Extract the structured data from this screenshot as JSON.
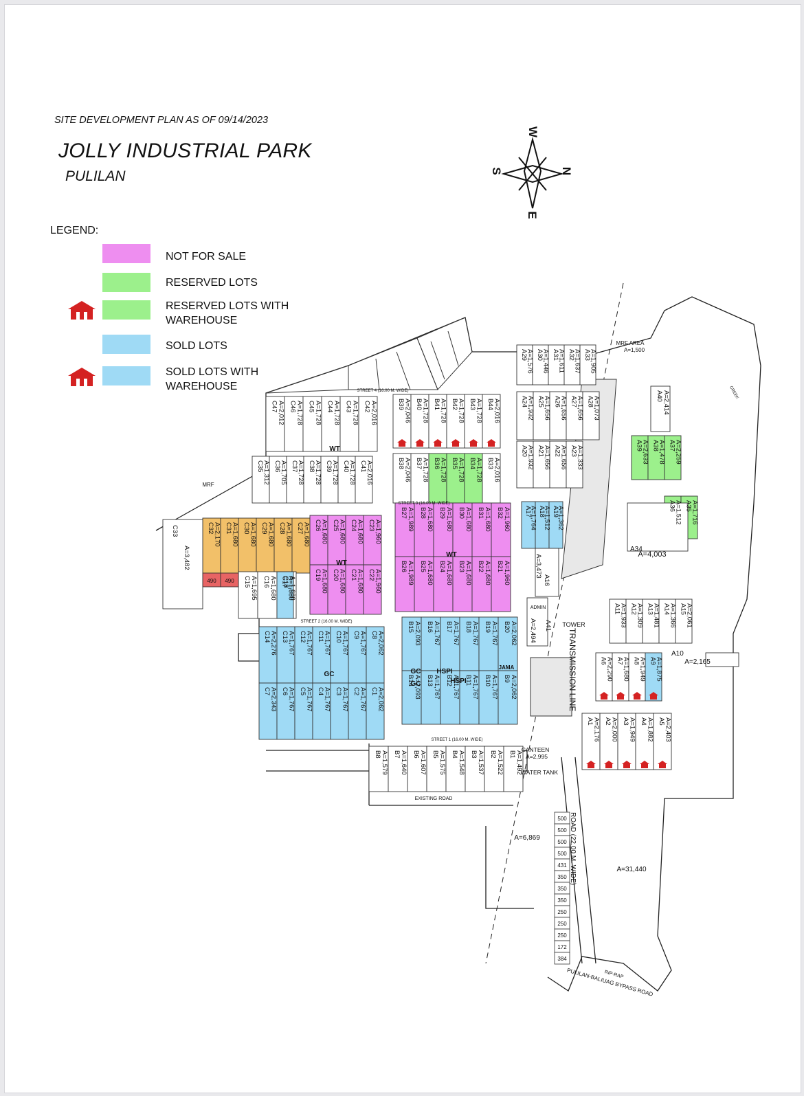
{
  "header": {
    "plan_date": "SITE DEVELOPMENT PLAN AS OF 09/14/2023",
    "title": "JOLLY INDUSTRIAL PARK",
    "subtitle": "PULILAN"
  },
  "legend": {
    "title": "LEGEND:",
    "items": [
      {
        "label": "NOT FOR SALE",
        "color": "#ee8ef0",
        "warehouse": false
      },
      {
        "label": "RESERVED LOTS",
        "color": "#9cf08c",
        "warehouse": false
      },
      {
        "label": "RESERVED LOTS WITH WAREHOUSE",
        "color": "#9cf08c",
        "warehouse": true
      },
      {
        "label": "SOLD LOTS",
        "color": "#9fdaf5",
        "warehouse": false
      },
      {
        "label": "SOLD LOTS WITH WAREHOUSE",
        "color": "#9fdaf5",
        "warehouse": true
      }
    ]
  },
  "compass": {
    "n": "N",
    "e": "E",
    "s": "S",
    "w": "W"
  },
  "colors": {
    "not_for_sale": "#ee8ef0",
    "reserved": "#9cf08c",
    "sold": "#9fdaf5",
    "orange": "#f2c069",
    "red": "#e86464",
    "warehouse": "#d42222"
  },
  "map_labels": {
    "street4": "STREET 4 (16.00 M. WIDE)",
    "street3": "STREET 3 (16.00 M. WIDE)",
    "street2": "STREET 2 (16.00 M. WIDE)",
    "street1": "STREET 1 (16.00 M. WIDE)",
    "existing_road": "EXISTING ROAD",
    "road_main": "ROAD (22.00 M. WIDE)",
    "bypass": "PULILAN-BALIUAG BYPASS ROAD",
    "riprap": "RIP-RAP",
    "transmission": "TRANSMISSION LINE",
    "tower": "TOWER",
    "admin": "ADMIN",
    "canteen": "CANTEEN",
    "canteen_area": "A=2,995",
    "water_tank": "WATER TANK",
    "mrf_area": "MRF AREA",
    "mrf_area_size": "A=1,500",
    "mrf": "MRF",
    "creek": "CREEK",
    "wt": "WT",
    "gc": "GC",
    "hspi": "HSPI",
    "jama": "JAMA",
    "area_6869": "A=6,869",
    "area_31440": "A=31,440",
    "area_4003": "A=4,003",
    "lot_a34": "A34",
    "lot_c33": "C33",
    "area_c33": "A=3,482",
    "lot_a10": "A10",
    "area_a10": "A=2,165",
    "lot_a16": "A16",
    "area_a16": "A=3,473",
    "lot_a41": "A41",
    "area_a41": "A=2,494",
    "red_lot_a": "490",
    "red_lot_b": "490"
  },
  "lots": {
    "c_north": [
      {
        "id": "C47",
        "area": "A=2,012"
      },
      {
        "id": "C46",
        "area": "A=1,728"
      },
      {
        "id": "C45",
        "area": "A=1,728"
      },
      {
        "id": "C44",
        "area": "A=1,728"
      },
      {
        "id": "C43",
        "area": "A=1,728"
      },
      {
        "id": "C42",
        "area": "A=2,016"
      }
    ],
    "c_mid": [
      {
        "id": "C35",
        "area": "A=1,312"
      },
      {
        "id": "C36",
        "area": "A=1,705"
      },
      {
        "id": "C37",
        "area": "A=1,728"
      },
      {
        "id": "C38",
        "area": "A=1,728"
      },
      {
        "id": "C39",
        "area": "A=1,728"
      },
      {
        "id": "C40",
        "area": "A=1,728"
      },
      {
        "id": "C41",
        "area": "A=2,016"
      }
    ],
    "b_north": [
      {
        "id": "B39",
        "area": "A=2,046"
      },
      {
        "id": "B40",
        "area": "A=1,728"
      },
      {
        "id": "B41",
        "area": "A=1,728"
      },
      {
        "id": "B42",
        "area": "A=1,728"
      },
      {
        "id": "B43",
        "area": "A=1,728"
      },
      {
        "id": "B44",
        "area": "A=2,016"
      }
    ],
    "b_mid": [
      {
        "id": "B38",
        "area": "A=2,046"
      },
      {
        "id": "B37",
        "area": "A=1,728"
      },
      {
        "id": "B36",
        "area": "A=1,728"
      },
      {
        "id": "B35",
        "area": "A=1,728"
      },
      {
        "id": "B34",
        "area": "A=1,728"
      },
      {
        "id": "B33",
        "area": "A=2,016"
      }
    ],
    "c_orange": [
      {
        "id": "C32",
        "area": "A=2,170"
      },
      {
        "id": "C31",
        "area": "A=1,680"
      },
      {
        "id": "C30",
        "area": "A=1,680"
      },
      {
        "id": "C29",
        "area": "A=1,680"
      },
      {
        "id": "C28",
        "area": "A=1,680"
      },
      {
        "id": "C27",
        "area": "A=1,680"
      }
    ],
    "c_pink_n": [
      {
        "id": "C26",
        "area": "A=1,680"
      },
      {
        "id": "C25",
        "area": "A=1,680"
      },
      {
        "id": "C24",
        "area": "A=1,680"
      },
      {
        "id": "C23",
        "area": "A=1,960"
      }
    ],
    "c_white_s": [
      {
        "id": "C15",
        "area": "A=1,695"
      },
      {
        "id": "C16",
        "area": "A=1,680"
      },
      {
        "id": "C18",
        "area": "A=1,680"
      }
    ],
    "c_sold_s": [
      {
        "id": "C17",
        "area": "A=1,680"
      }
    ],
    "c_pink_s": [
      {
        "id": "C19",
        "area": "A=1,680"
      },
      {
        "id": "C20",
        "area": "A=1,680"
      },
      {
        "id": "C21",
        "area": "A=1,680"
      },
      {
        "id": "C22",
        "area": "A=1,960"
      }
    ],
    "b_pink_n": [
      {
        "id": "B27",
        "area": "A=1,989"
      },
      {
        "id": "B28",
        "area": "A=1,680"
      },
      {
        "id": "B29",
        "area": "A=1,680"
      },
      {
        "id": "B30",
        "area": "A=1,680"
      },
      {
        "id": "B31",
        "area": "A=1,680"
      },
      {
        "id": "B32",
        "area": "A=1,960"
      }
    ],
    "b_pink_s": [
      {
        "id": "B26",
        "area": "A=1,989"
      },
      {
        "id": "B25",
        "area": "A=1,680"
      },
      {
        "id": "B24",
        "area": "A=1,680"
      },
      {
        "id": "B23",
        "area": "A=1,680"
      },
      {
        "id": "B22",
        "area": "A=1,680"
      },
      {
        "id": "B21",
        "area": "A=1,960"
      }
    ],
    "c_blue_n": [
      {
        "id": "C14",
        "area": "A=2,276"
      },
      {
        "id": "C13",
        "area": "A=1,767"
      },
      {
        "id": "C12",
        "area": "A=1,767"
      },
      {
        "id": "C11",
        "area": "A=1,767"
      },
      {
        "id": "C10",
        "area": "A=1,767"
      },
      {
        "id": "C9",
        "area": "A=1,767"
      },
      {
        "id": "C8",
        "area": "A=2,062"
      }
    ],
    "c_blue_s": [
      {
        "id": "C7",
        "area": "A=2,343"
      },
      {
        "id": "C6",
        "area": "A=1,767"
      },
      {
        "id": "C5",
        "area": "A=1,767"
      },
      {
        "id": "C4",
        "area": "A=1,767"
      },
      {
        "id": "C3",
        "area": "A=1,767"
      },
      {
        "id": "C2",
        "area": "A=1,767"
      },
      {
        "id": "C1",
        "area": "A=2,062"
      }
    ],
    "b_blue_n": [
      {
        "id": "B15",
        "area": "A=2,093"
      },
      {
        "id": "B16",
        "area": "A=1,767"
      },
      {
        "id": "B17",
        "area": "A=1,767"
      },
      {
        "id": "B18",
        "area": "A=1,767"
      },
      {
        "id": "B19",
        "area": "A=1,767"
      },
      {
        "id": "B20",
        "area": "A=2,062"
      }
    ],
    "b_blue_s": [
      {
        "id": "B14",
        "area": "A=2,093"
      },
      {
        "id": "B13",
        "area": "A=1,767"
      },
      {
        "id": "B12",
        "area": "A=1,767"
      },
      {
        "id": "B11",
        "area": "A=1,767"
      },
      {
        "id": "B10",
        "area": "A=1,767"
      },
      {
        "id": "B9",
        "area": "A=2,062"
      }
    ],
    "b_south": [
      {
        "id": "B8",
        "area": "A=1,579"
      },
      {
        "id": "B7",
        "area": "A=1,640"
      },
      {
        "id": "B6",
        "area": "A=1,607"
      },
      {
        "id": "B5",
        "area": "A=1,575"
      },
      {
        "id": "B4",
        "area": "A=1,548"
      },
      {
        "id": "B3",
        "area": "A=1,537"
      },
      {
        "id": "B2",
        "area": "A=1,522"
      },
      {
        "id": "B1",
        "area": "A=1,492"
      }
    ],
    "a_north": [
      {
        "id": "A29",
        "area": "A=1,576"
      },
      {
        "id": "A30",
        "area": "A=1,446"
      },
      {
        "id": "A31",
        "area": "A=1,611"
      },
      {
        "id": "A32",
        "area": "A=1,637"
      },
      {
        "id": "A33",
        "area": "A=1,905"
      }
    ],
    "a_mid_n": [
      {
        "id": "A24",
        "area": "A=1,932"
      },
      {
        "id": "A25",
        "area": "A=1,656"
      },
      {
        "id": "A26",
        "area": "A=1,656"
      },
      {
        "id": "A27",
        "area": "A=1,656"
      },
      {
        "id": "A28",
        "area": "A=1,073"
      }
    ],
    "a_mid_s": [
      {
        "id": "A20",
        "area": "A=1,932"
      },
      {
        "id": "A21",
        "area": "A=1,656"
      },
      {
        "id": "A22",
        "area": "A=1,656"
      },
      {
        "id": "A23",
        "area": "A=1,333"
      }
    ],
    "a_blue_col": [
      {
        "id": "A17",
        "area": "A=1,764"
      },
      {
        "id": "A18",
        "area": "A=1,512"
      },
      {
        "id": "A19",
        "area": "A=1,362"
      }
    ],
    "a_green": [
      {
        "id": "A39",
        "area": "A=2,633"
      },
      {
        "id": "A38",
        "area": "A=1,478"
      },
      {
        "id": "A37",
        "area": "A=2,259"
      },
      {
        "id": "A36",
        "area": "A=1,512"
      },
      {
        "id": "A35",
        "area": "A=1,716"
      }
    ],
    "a_lot40": {
      "id": "A40",
      "area": "A=2,414"
    },
    "a_east": [
      {
        "id": "A11",
        "area": "A=1,933"
      },
      {
        "id": "A12",
        "area": "A=1,309"
      },
      {
        "id": "A13",
        "area": "A=1,481"
      },
      {
        "id": "A14",
        "area": "A=1,366"
      },
      {
        "id": "A15",
        "area": "A=2,061"
      }
    ],
    "a_row2": [
      {
        "id": "A6",
        "area": "A=2,290"
      },
      {
        "id": "A7",
        "area": "A=1,680"
      },
      {
        "id": "A8",
        "area": "A=1,949"
      },
      {
        "id": "A9",
        "area": "A=1,875"
      }
    ],
    "a_row1": [
      {
        "id": "A1",
        "area": "A=2,176"
      },
      {
        "id": "A2",
        "area": "A=2,000"
      },
      {
        "id": "A3",
        "area": "A=1,949"
      },
      {
        "id": "A4",
        "area": "A=1,882"
      },
      {
        "id": "A5",
        "area": "A=2,403"
      }
    ],
    "small_lots": [
      "500",
      "500",
      "500",
      "500",
      "431",
      "350",
      "350",
      "350",
      "250",
      "250",
      "250",
      "172",
      "384"
    ]
  }
}
